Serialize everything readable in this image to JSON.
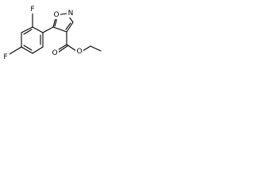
{
  "molecule": {
    "atoms": {
      "f_top": "F",
      "f_left": "F",
      "oxygen_ring": "O",
      "nitrogen_ring": "N",
      "oxygen_carbonyl": "O",
      "oxygen_ester": "O"
    }
  }
}
